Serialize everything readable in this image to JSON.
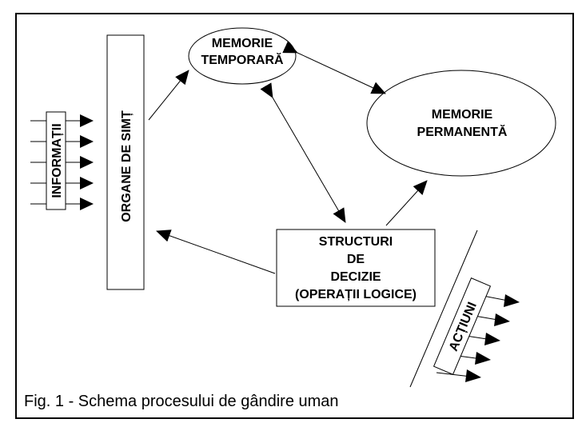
{
  "diagram": {
    "nodes": {
      "informatii": "INFORMAȚII",
      "organe": "ORGANE DE SIMȚ",
      "memorie_temporara": [
        "MEMORIE",
        "TEMPORARĂ"
      ],
      "memorie_permanenta": [
        "MEMORIE",
        "PERMANENTĂ"
      ],
      "structuri": [
        "STRUCTURI",
        "DE",
        "DECIZIE",
        "(OPERAȚII LOGICE)"
      ],
      "actiuni": "ACȚIUNI"
    },
    "caption": "Fig. 1 - Schema procesului de gândire uman"
  }
}
